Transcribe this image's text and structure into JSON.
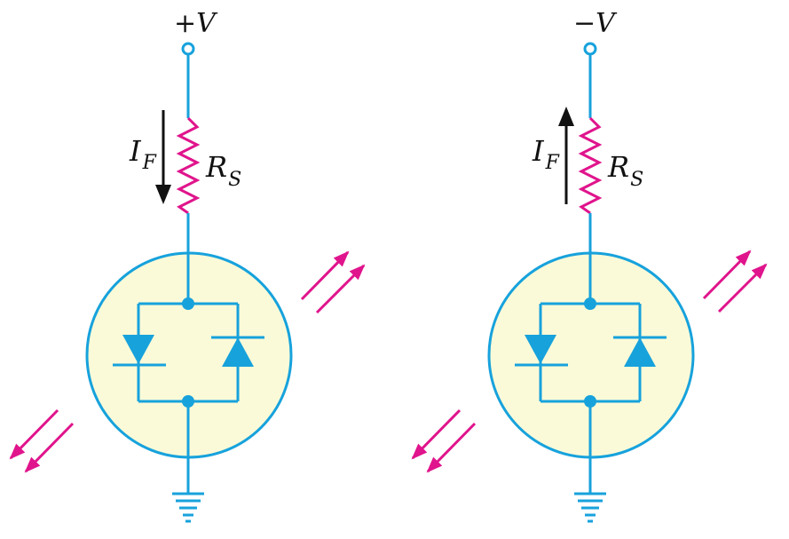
{
  "colors": {
    "wire": "#17A2DC",
    "resistor": "#E0148C",
    "light_arrows": "#E0148C",
    "led_fill": "#FBFAD8",
    "current_arrow": "#111111",
    "label": "#111111"
  },
  "circuits": [
    {
      "supply_label": "+V",
      "current_label": "I",
      "current_subscript": "F",
      "resistor_label": "R",
      "resistor_subscript": "S",
      "current_direction": "down"
    },
    {
      "supply_label": "−V",
      "current_label": "I",
      "current_subscript": "F",
      "resistor_label": "R",
      "resistor_subscript": "S",
      "current_direction": "up"
    }
  ],
  "icons": [
    "terminal-icon",
    "resistor-icon",
    "current-arrow-icon",
    "bicolor-led-icon",
    "diode-icon",
    "light-emission-arrow-icon",
    "ground-icon"
  ]
}
